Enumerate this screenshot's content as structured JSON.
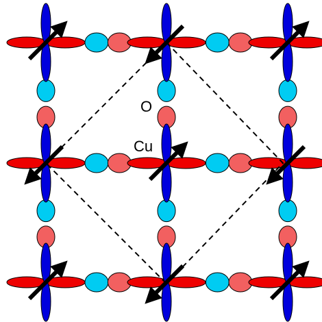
{
  "labels": {
    "oxygen": "O",
    "copper": "Cu"
  },
  "lattice": {
    "rows": 3,
    "cols": 3,
    "spins": [
      [
        "up-right",
        "down-left",
        "up-right"
      ],
      [
        "down-left",
        "up-right",
        "down-left"
      ],
      [
        "up-right",
        "down-left",
        "up-right"
      ]
    ],
    "magnetic_cell": "dashed-diamond"
  },
  "colors": {
    "cu_dx2y2_lobe": "#ee0000",
    "cu_dz_lobe": "#0000dd",
    "o_p_lobe_cyan": "#00ccf2",
    "o_p_lobe_pink": "#f26060",
    "spin_arrow": "#000000",
    "magnetic_cell_line": "#000000"
  }
}
